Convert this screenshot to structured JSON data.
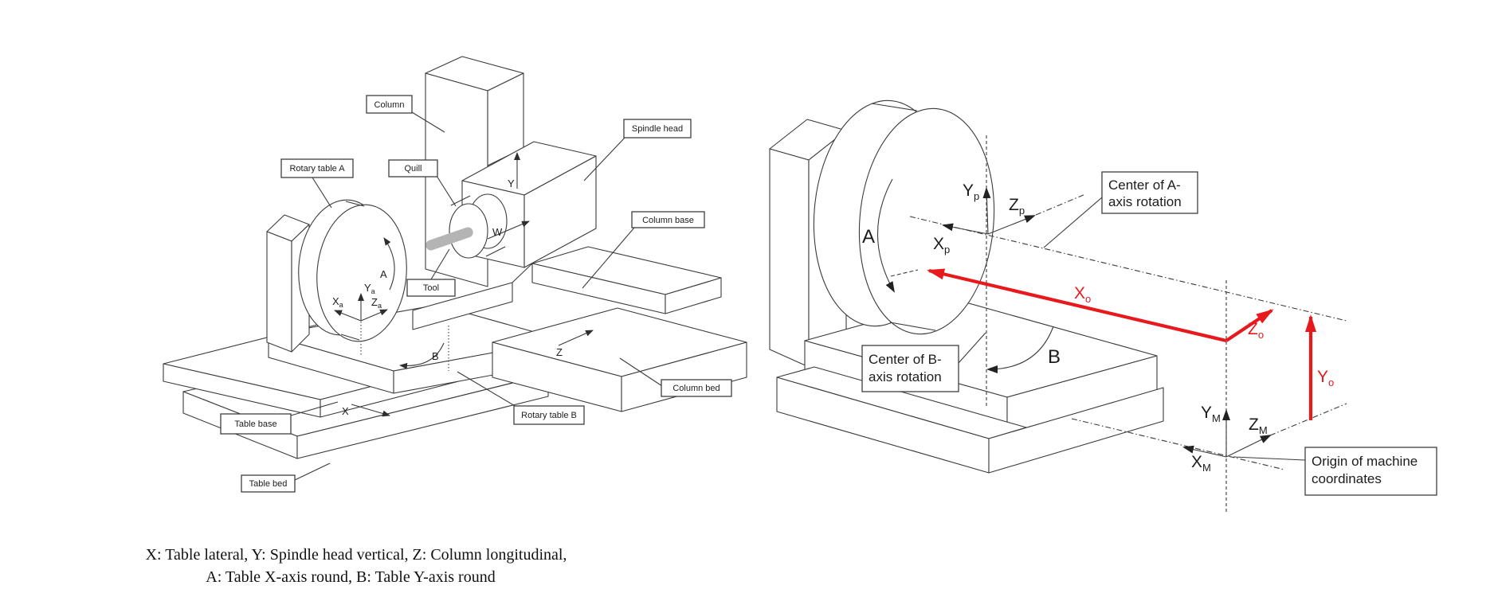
{
  "figure": {
    "caption_line1": "X: Table lateral, Y: Spindle head vertical, Z: Column longitudinal,",
    "caption_line2": "A: Table X-axis round, B: Table Y-axis round"
  },
  "left": {
    "boxes": {
      "column": "Column",
      "rotary_table_a": "Rotary table A",
      "quill": "Quill",
      "spindle_head": "Spindle head",
      "column_base": "Column base",
      "tool": "Tool",
      "column_bed": "Column bed",
      "rotary_table_b": "Rotary table B",
      "table_base": "Table base",
      "table_bed": "Table bed"
    },
    "axes": {
      "x": "X",
      "y": "Y",
      "z": "Z",
      "w": "W",
      "a": "A",
      "b": "B",
      "xa_main": "X",
      "xa_sub": "a",
      "ya_main": "Y",
      "ya_sub": "a",
      "za_main": "Z",
      "za_sub": "a"
    }
  },
  "right": {
    "boxes": {
      "center_a_line1": "Center of A-",
      "center_a_line2": "axis rotation",
      "center_b_line1": "Center of B-",
      "center_b_line2": "axis rotation",
      "origin_line1": "Origin of machine",
      "origin_line2": "coordinates"
    },
    "axes": {
      "a": "A",
      "b": "B",
      "yp_main": "Y",
      "yp_sub": "p",
      "zp_main": "Z",
      "zp_sub": "p",
      "xp_main": "X",
      "xp_sub": "p",
      "xo_main": "X",
      "xo_sub": "o",
      "zo_main": "Z",
      "zo_sub": "o",
      "yo_main": "Y",
      "yo_sub": "o",
      "ym_main": "Y",
      "ym_sub": "M",
      "zm_main": "Z",
      "zm_sub": "M",
      "xm_main": "X",
      "xm_sub": "M"
    },
    "colors": {
      "accent_red": "#e8191d",
      "line": "#3b3b3b",
      "tool_gray": "#b4b4b4"
    }
  }
}
